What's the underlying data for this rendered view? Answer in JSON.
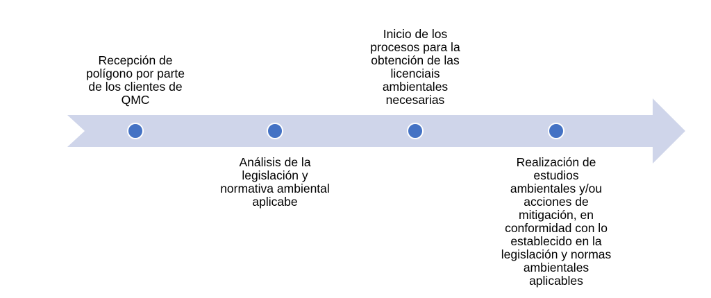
{
  "timeline": {
    "colors": {
      "arrow": "#cfd5ea",
      "dot_fill": "#4472c4",
      "dot_stroke": "#ffffff"
    },
    "steps": [
      {
        "order": 1,
        "position": "above",
        "text": "Recepción de\npolígono por parte\nde los clientes de\nQMC"
      },
      {
        "order": 2,
        "position": "below",
        "text": "Análisis de la\nlegislación y\nnormativa ambiental\naplicabe"
      },
      {
        "order": 3,
        "position": "above",
        "text": "Inicio de los\nprocesos para la\nobtención de las\nlicenciais\nambientales\nnecesarias"
      },
      {
        "order": 4,
        "position": "below",
        "text": "Realización de\nestudios\nambientales y/ou\nacciones de\nmitigación, en\nconformidad con lo\nestablecido en la\nlegislación y normas\nambientales\naplicables"
      }
    ]
  }
}
